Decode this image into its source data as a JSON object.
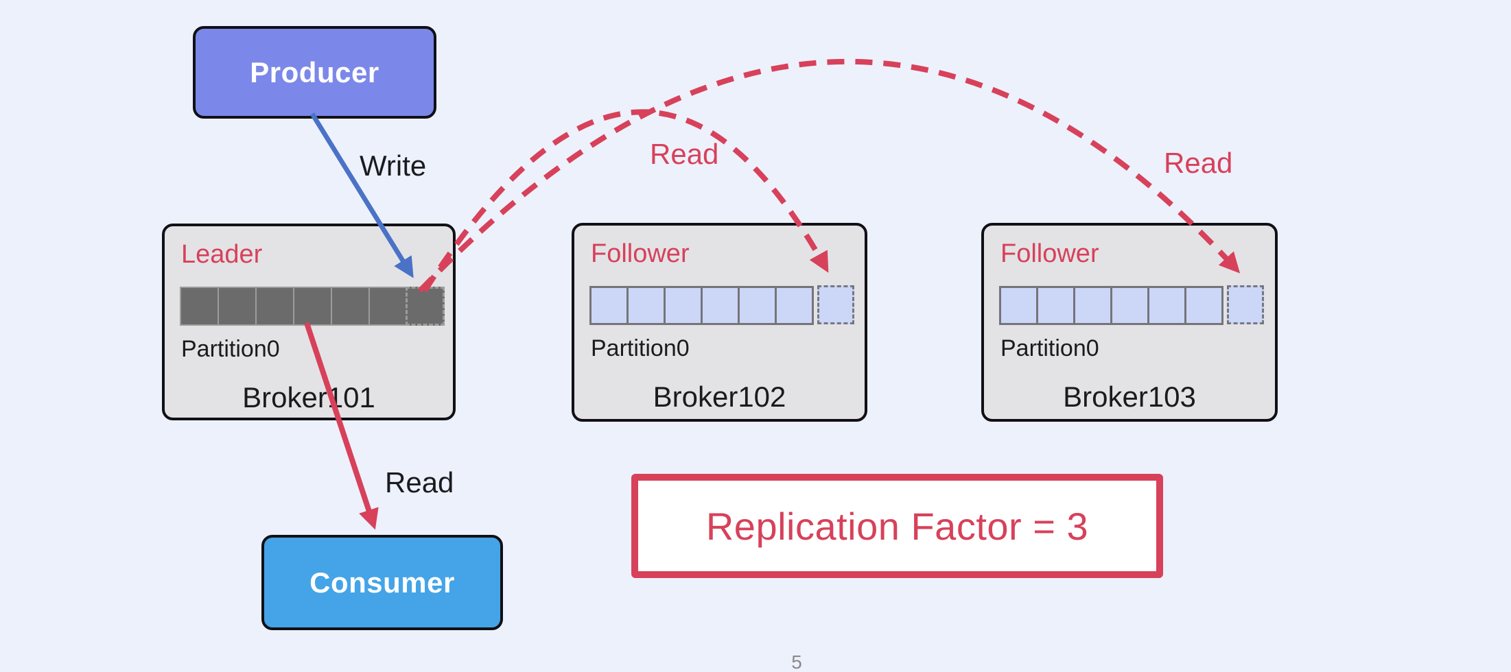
{
  "slide": {
    "page_number": "5"
  },
  "colors": {
    "background": "#edf1fc",
    "red": "#d7415a",
    "blue": "#4a72c6",
    "producer_fill": "#7b88e9",
    "consumer_fill": "#44a4e7",
    "broker_fill": "#e3e3e6",
    "leader_cell_fill": "#6b6b6b",
    "leader_cell_border": "#9c9c9c",
    "follower_cell_fill": "#ccd7f7",
    "follower_cell_border": "#74747a",
    "callout_bg": "#ffffff",
    "page_number_color": "#8a8a8a"
  },
  "nodes": {
    "producer": {
      "label": "Producer"
    },
    "consumer": {
      "label": "Consumer"
    }
  },
  "edge_labels": {
    "write": "Write",
    "read_consumer": "Read",
    "read_broker102": "Read",
    "read_broker103": "Read"
  },
  "brokers": [
    {
      "role": "Leader",
      "partition_label": "Partition0",
      "name": "Broker101",
      "segments": 6,
      "incoming_segment": 1,
      "variant": "leader"
    },
    {
      "role": "Follower",
      "partition_label": "Partition0",
      "name": "Broker102",
      "segments": 6,
      "incoming_segment": 1,
      "variant": "follower"
    },
    {
      "role": "Follower",
      "partition_label": "Partition0",
      "name": "Broker103",
      "segments": 6,
      "incoming_segment": 1,
      "variant": "follower"
    }
  ],
  "callout": {
    "text": "Replication Factor = 3"
  }
}
